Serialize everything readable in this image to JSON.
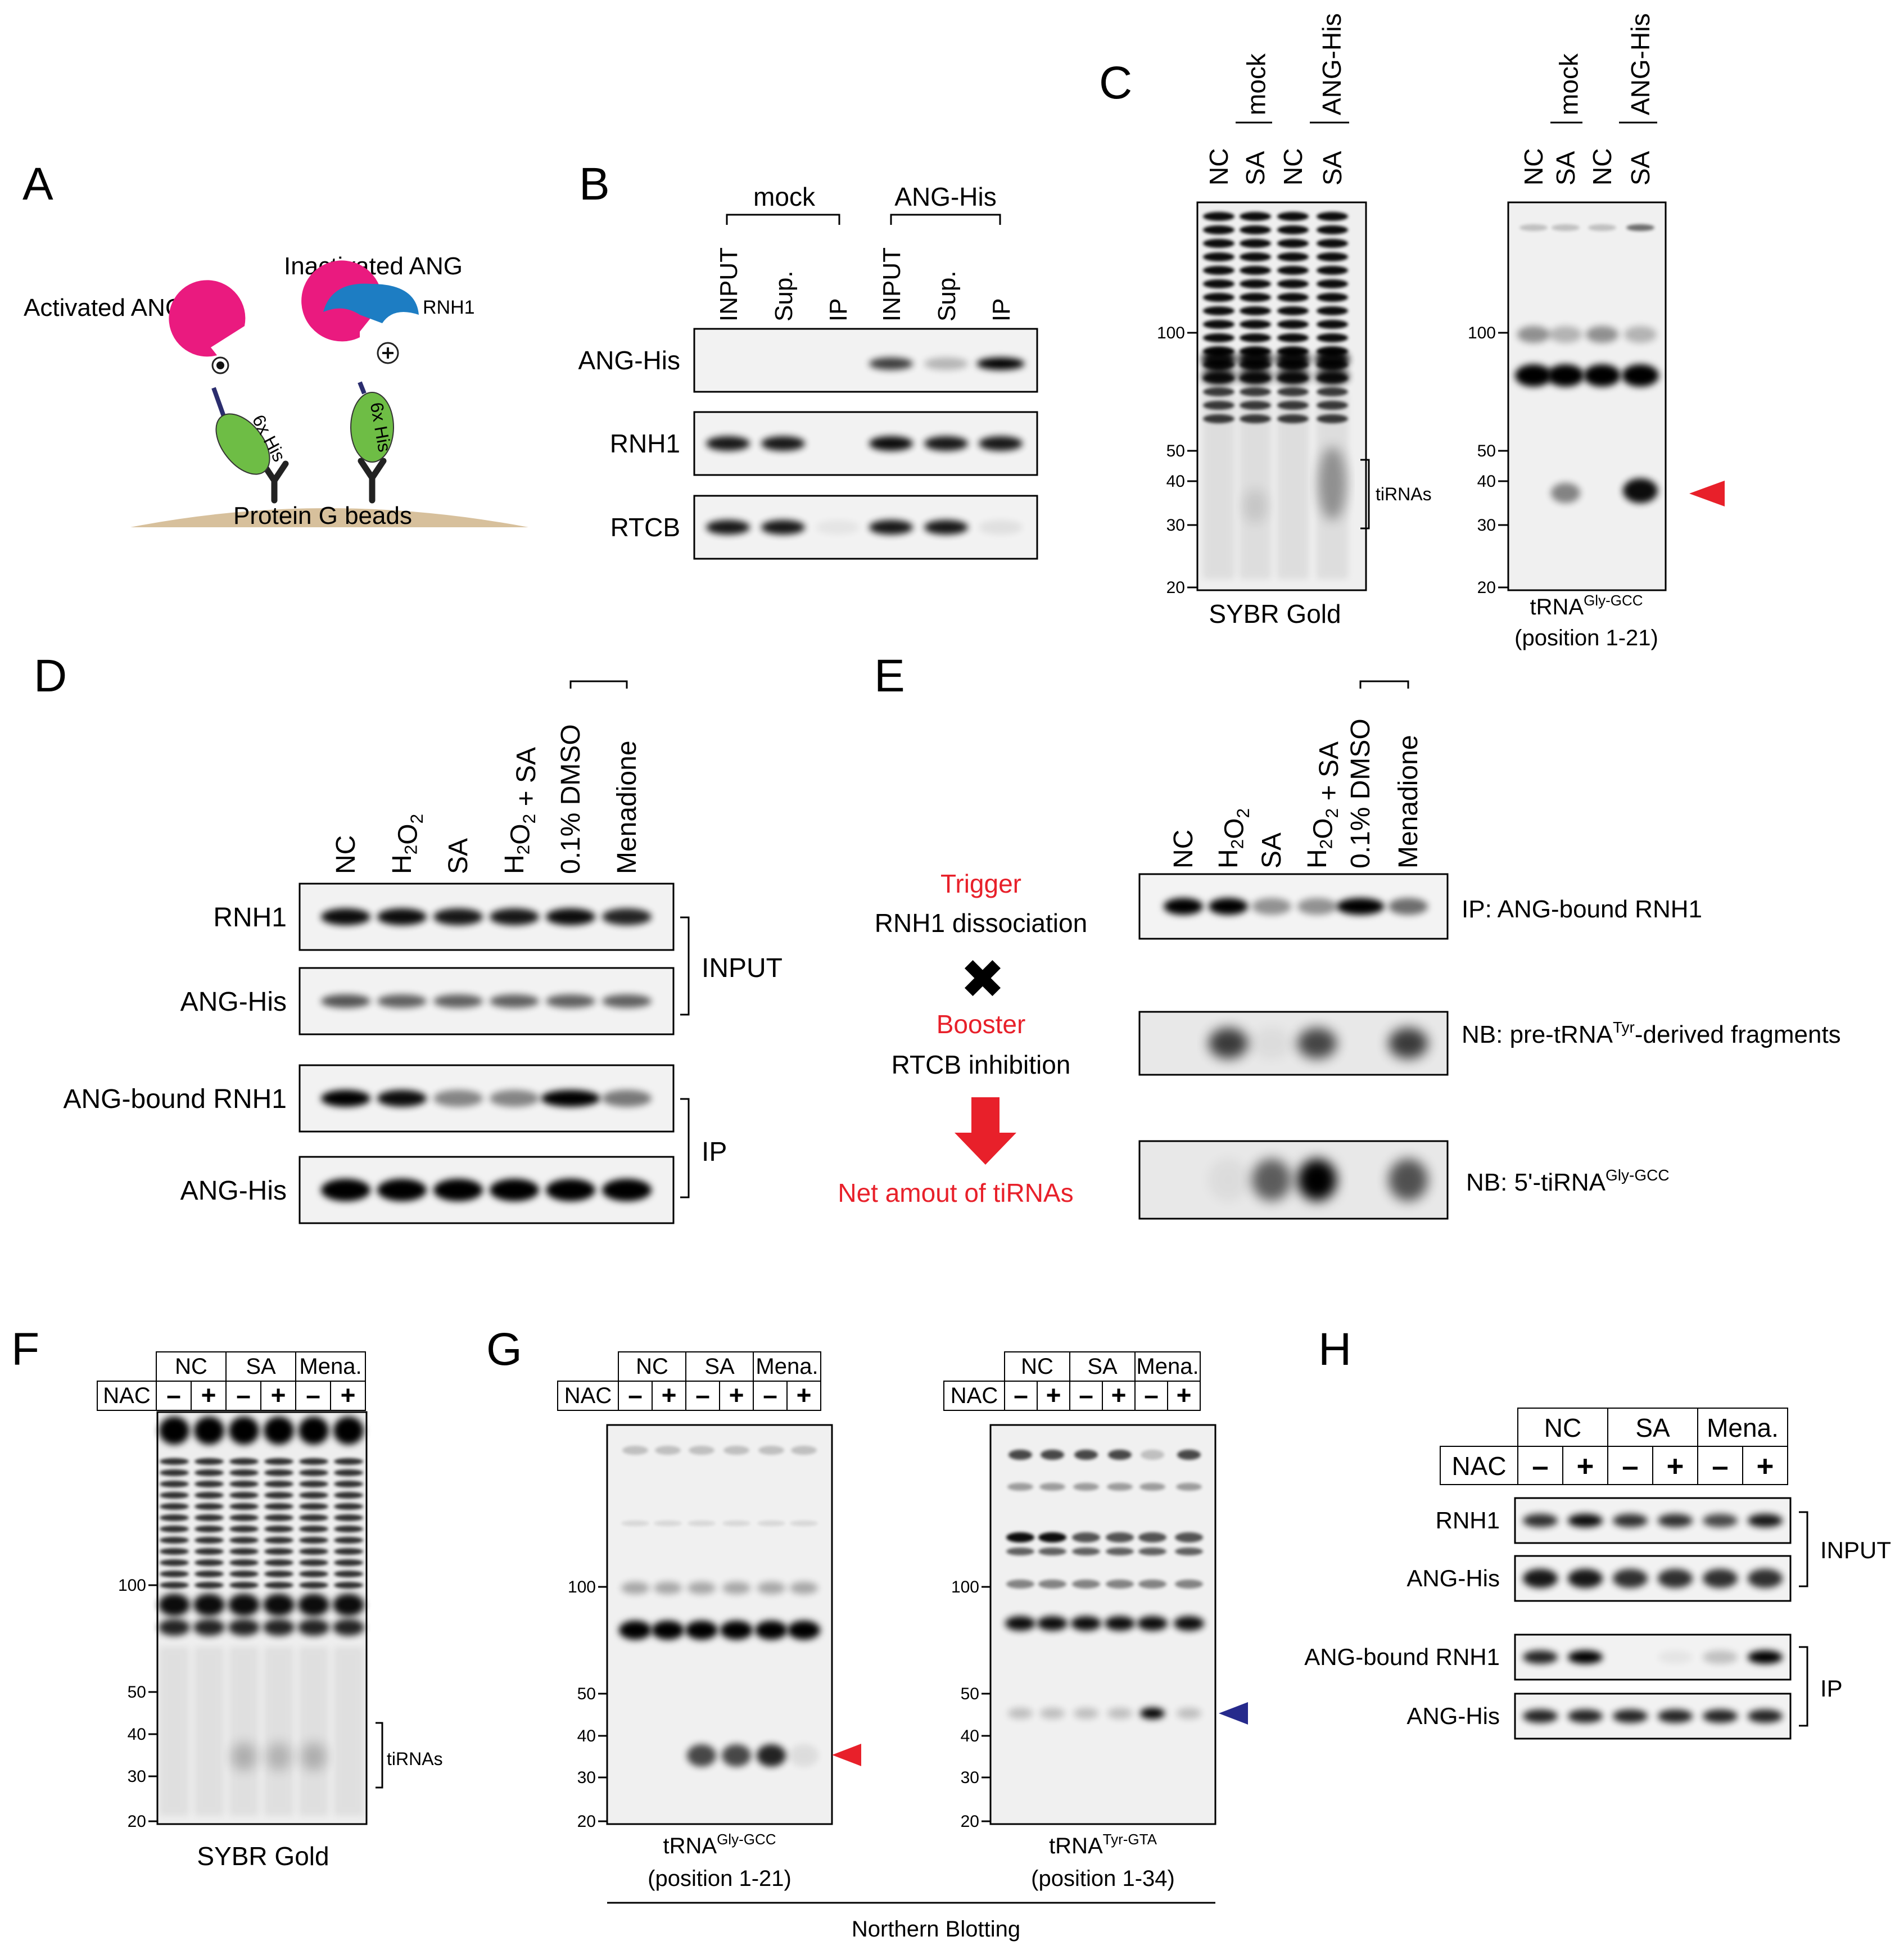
{
  "colors": {
    "red": "#e8202a",
    "blue": "#262a8c",
    "ang": "#ea1a7f",
    "his": "#6ebd45",
    "rnh1": "#1d7dc3",
    "beads": "#d7c09c",
    "linker": "#2b2d6e"
  },
  "panelA": {
    "letter": "A",
    "activated": "Activated ANG",
    "inactivated": "Inactivated ANG",
    "rnh1": "RNH1",
    "tag": "6x His",
    "beads": "Protein G beads"
  },
  "panelB": {
    "letter": "B",
    "groups": [
      "mock",
      "ANG-His"
    ],
    "lanes": [
      "INPUT",
      "Sup.",
      "IP",
      "INPUT",
      "Sup.",
      "IP"
    ],
    "blots": [
      "ANG-His",
      "RNH1",
      "RTCB"
    ]
  },
  "panelC": {
    "letter": "C",
    "lanes": [
      "NC",
      "SA",
      "NC",
      "SA"
    ],
    "groups": [
      "mock",
      "ANG-His"
    ],
    "markers": [
      "100",
      "50",
      "40",
      "30",
      "20"
    ],
    "bracket_label": "tiRNAs",
    "left_caption": "SYBR Gold",
    "right_caption_main": "tRNA",
    "right_caption_sup": "Gly-GCC",
    "right_caption_sub": "(position 1-21)"
  },
  "panelD": {
    "letter": "D",
    "lanes": [
      "NC",
      "H2O2",
      "SA",
      "H2O2 + SA",
      "0.1% DMSO",
      "Menadione"
    ],
    "blots": [
      "RNH1",
      "ANG-His",
      "ANG-bound RNH1",
      "ANG-His"
    ],
    "brackets": [
      "INPUT",
      "IP"
    ]
  },
  "panelE": {
    "letter": "E",
    "trigger": "Trigger",
    "trigger_sub": "RNH1 dissociation",
    "cross": "✖",
    "booster": "Booster",
    "booster_sub": "RTCB inhibition",
    "net": "Net amout of tiRNAs",
    "lanes": [
      "NC",
      "H2O2",
      "SA",
      "H2O2 + SA",
      "0.1% DMSO",
      "Menadione"
    ],
    "blot1": "IP: ANG-bound RNH1",
    "blot2_pre": "NB: pre-tRNA",
    "blot2_sup": "Tyr",
    "blot2_post": "-derived fragments",
    "blot3_pre": "NB: 5'-tiRNA",
    "blot3_sup": "Gly-GCC"
  },
  "panelF": {
    "letter": "F",
    "groups": [
      "NC",
      "SA",
      "Mena."
    ],
    "nac": "NAC",
    "signs": [
      "–",
      "+",
      "–",
      "+",
      "–",
      "+"
    ],
    "markers": [
      "100",
      "50",
      "40",
      "30",
      "20"
    ],
    "bracket_label": "tiRNAs",
    "caption": "SYBR Gold"
  },
  "panelG": {
    "letter": "G",
    "groups": [
      "NC",
      "SA",
      "Mena."
    ],
    "nac": "NAC",
    "signs": [
      "–",
      "+",
      "–",
      "+",
      "–",
      "+"
    ],
    "markers": [
      "100",
      "50",
      "40",
      "30",
      "20"
    ],
    "left_caption_main": "tRNA",
    "left_caption_sup": "Gly-GCC",
    "left_caption_sub": "(position 1-21)",
    "right_caption_main": "tRNA",
    "right_caption_sup": "Tyr-GTA",
    "right_caption_sub": "(position 1-34)",
    "footer": "Northern Blotting"
  },
  "panelH": {
    "letter": "H",
    "groups": [
      "NC",
      "SA",
      "Mena."
    ],
    "nac": "NAC",
    "signs": [
      "–",
      "+",
      "–",
      "+",
      "–",
      "+"
    ],
    "blots": [
      "RNH1",
      "ANG-His",
      "ANG-bound RNH1",
      "ANG-His"
    ],
    "brackets": [
      "INPUT",
      "IP"
    ]
  }
}
